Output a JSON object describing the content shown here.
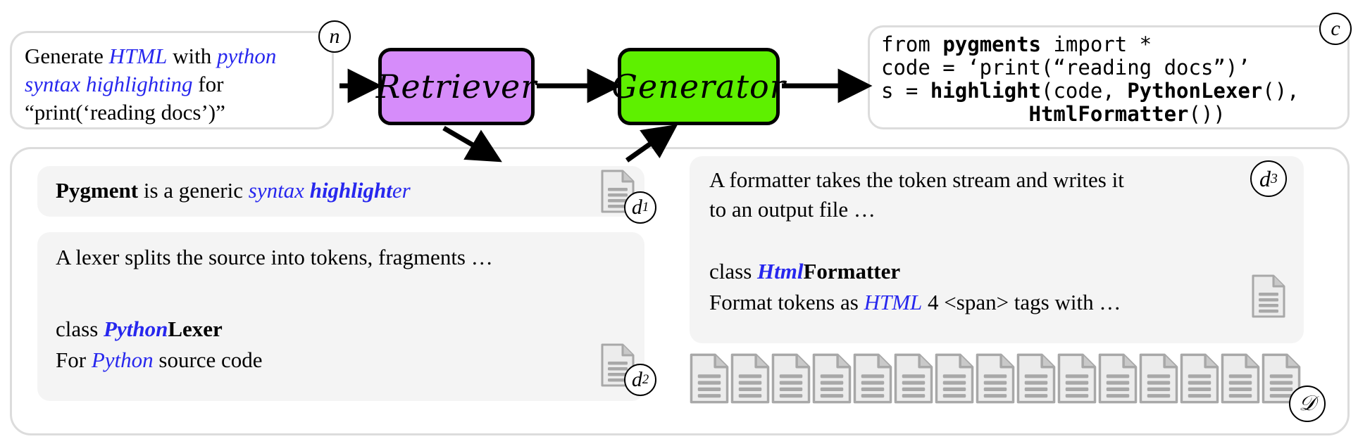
{
  "colors": {
    "retriever_fill": "#d68cfa",
    "generator_fill": "#5ef000",
    "keyword_blue": "#2727ee",
    "card_grey": "#f4f4f4",
    "panel_border": "#dcdcdc",
    "doc_icon_fill": "#ececec",
    "doc_icon_stroke": "#a8a8a8"
  },
  "query": {
    "label": "n",
    "line1_a": "Generate ",
    "line1_b": "HTML",
    "line1_c": " with ",
    "line1_d": "python",
    "line2_a": "syntax highlighting",
    "line2_b": " for",
    "line3": "“print(‘reading docs’)”"
  },
  "pipeline": {
    "retriever_label": "Retriever",
    "generator_label": "Generator"
  },
  "code": {
    "label": "c",
    "line1_a": "from ",
    "line1_b": "pygments",
    "line1_c": " import *",
    "line2": "code = ‘print(“reading docs”)’",
    "line3_a": "s = ",
    "line3_b": "highlight",
    "line3_c": "(code, ",
    "line3_d": "PythonLexer",
    "line3_e": "(),",
    "line4_a": "            ",
    "line4_b": "HtmlFormatter",
    "line4_c": "())"
  },
  "docs": {
    "corpus_label": "𝒟",
    "strip_count": 15,
    "d1": {
      "label": "d",
      "sub": "1",
      "t1": "Pygment",
      "t2": " is a generic ",
      "t3": "syntax ",
      "t4": "highlight",
      "t5": "er"
    },
    "d2": {
      "label": "d",
      "sub": "2",
      "l1": "A lexer splits the source into tokens, fragments …",
      "l2_a": "class ",
      "l2_b": "Python",
      "l2_c": "Lexer",
      "l3_a": "For ",
      "l3_b": "Python",
      "l3_c": " source code"
    },
    "d3": {
      "label": "d",
      "sub": "3",
      "l1": "A formatter takes the token stream and writes it",
      "l2": "to an output file …",
      "l3_a": "class ",
      "l3_b": "Html",
      "l3_c": "Formatter",
      "l4_a": "Format tokens as ",
      "l4_b": "HTML",
      "l4_c": " 4 <span> tags with …"
    }
  }
}
